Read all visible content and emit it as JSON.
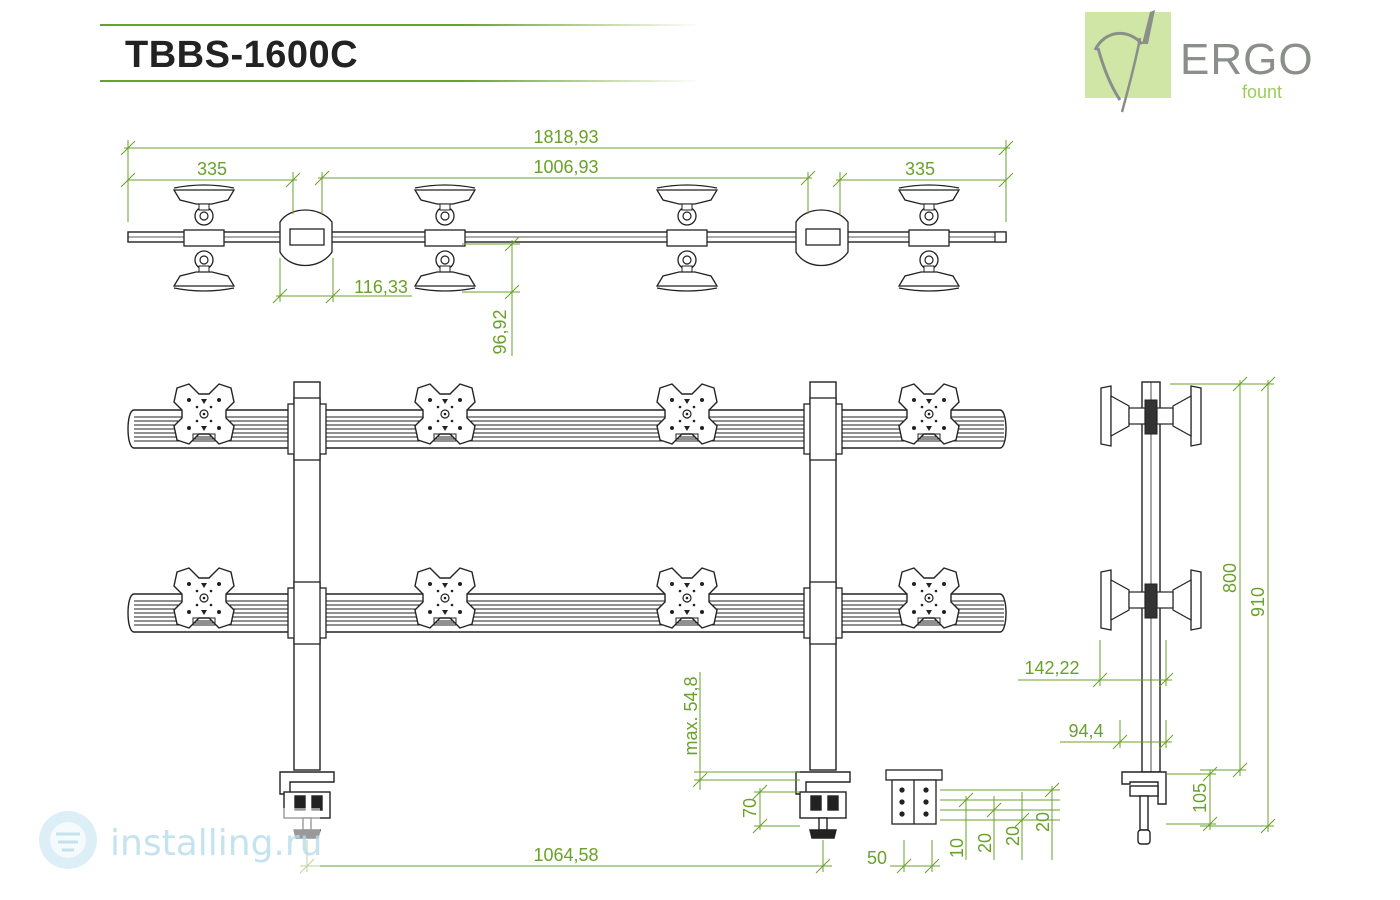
{
  "title": "TBBS-1600C",
  "colors": {
    "accent": "#6aa12a",
    "line": "#222222",
    "logo_bg": "#cfe6a6",
    "logo_text": "#8a8f8a",
    "watermark": "#bfe0ee"
  },
  "logo": {
    "brand": "ERGO",
    "sub": "fount"
  },
  "watermark": {
    "text": "installing.ru"
  },
  "dimensions": {
    "top_total": "1818,93",
    "top_inner": "1006,93",
    "top_left": "335",
    "top_right": "335",
    "top_offset": "116,33",
    "top_depth": "96,92",
    "clamp_max": "max. 54,8",
    "clamp_height": "70",
    "base_width": "1064,58",
    "plate_width": "50",
    "plate_h1": "10",
    "plate_h2": "20",
    "plate_h3": "20",
    "plate_h4": "20",
    "side_800": "800",
    "side_910": "910",
    "side_142": "142,22",
    "side_94": "94,4",
    "side_105": "105"
  }
}
